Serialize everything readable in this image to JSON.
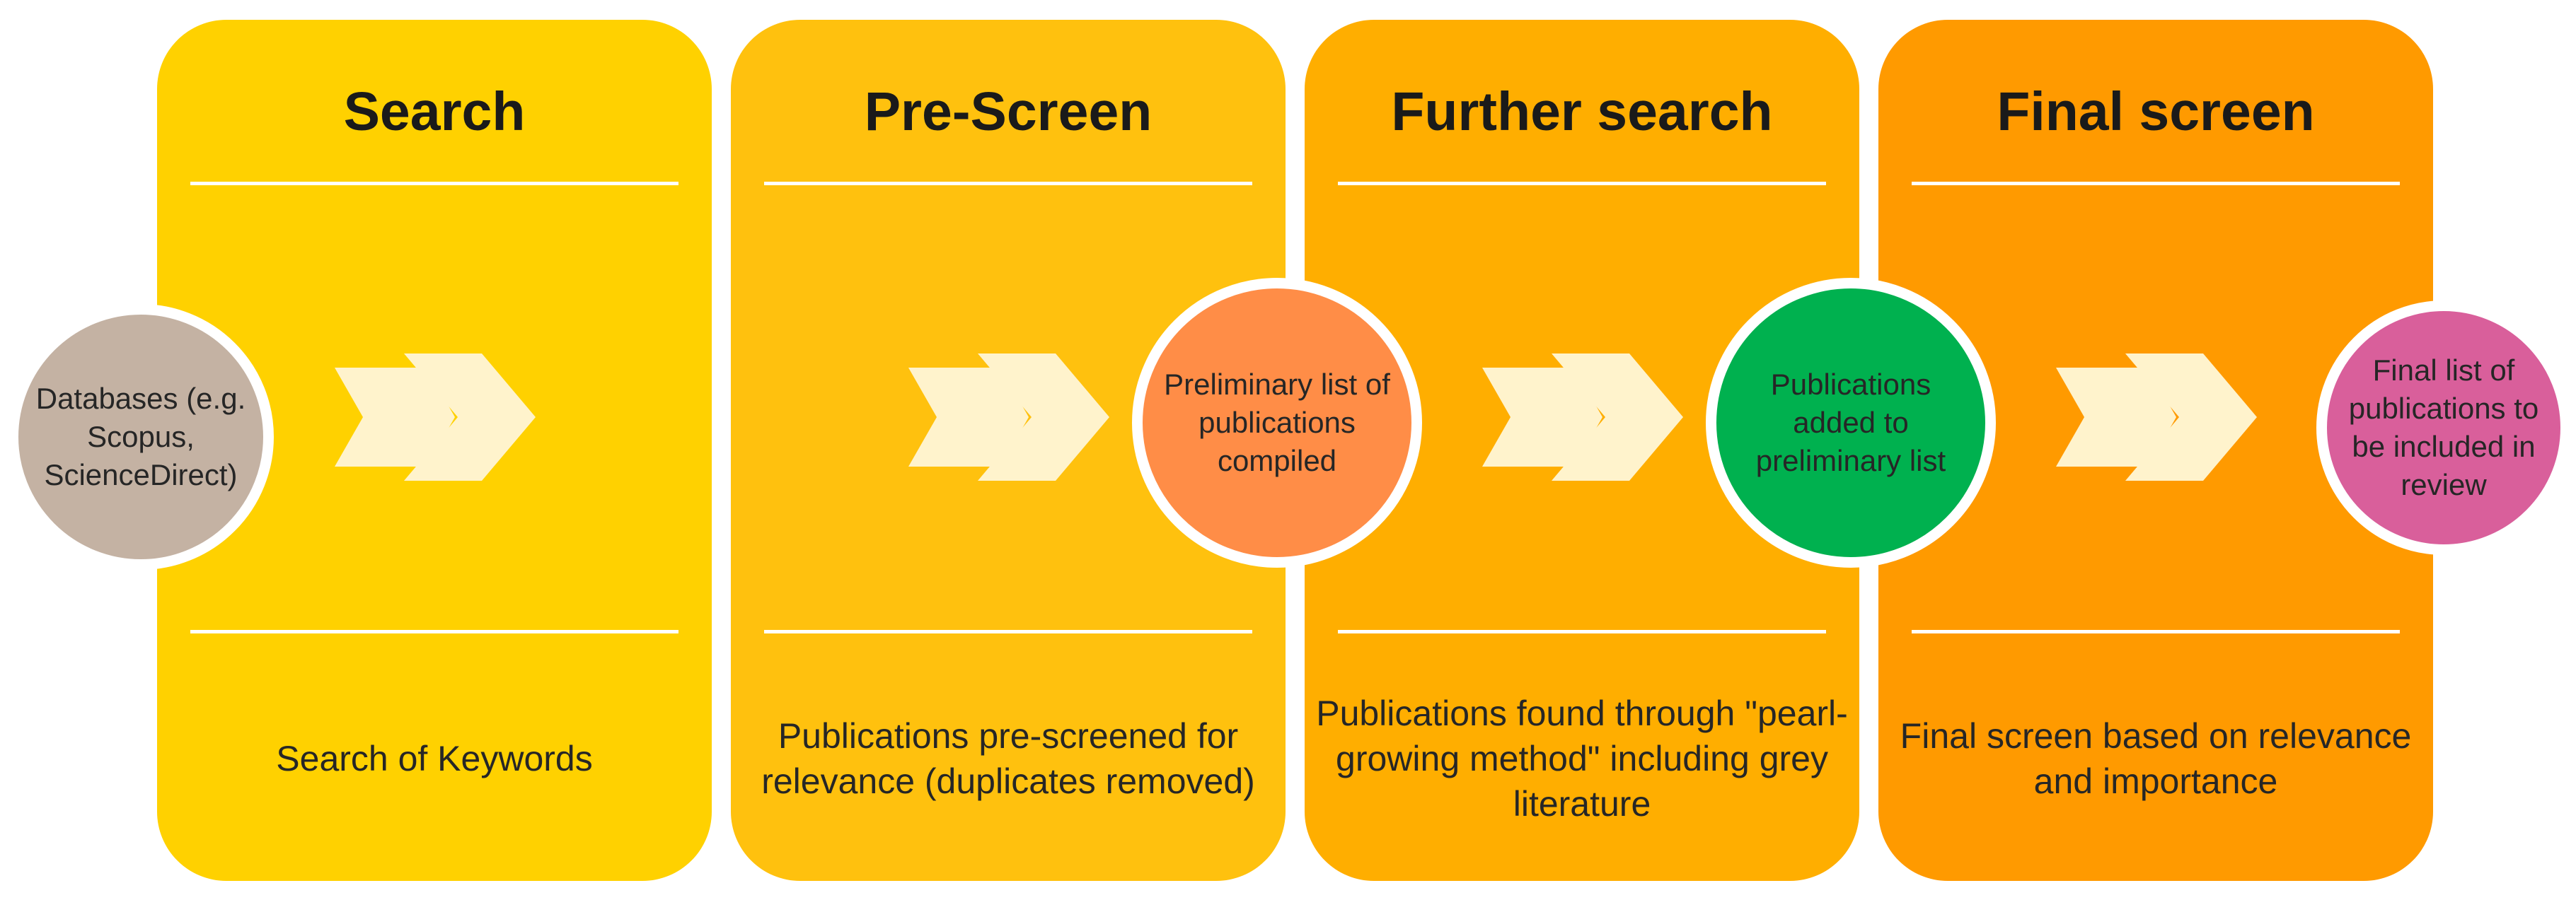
{
  "colors": {
    "panel_1": "#ffd100",
    "panel_2": "#ffc10e",
    "panel_3": "#ffae00",
    "panel_4": "#ff9a00",
    "arrow": "#fff3cc",
    "node_databases": "#c4b2a3",
    "node_preliminary": "#ff8d47",
    "node_added": "#00b14f",
    "node_final": "#d95f9b",
    "divider": "#ffffff"
  },
  "stages": [
    {
      "title": "Search",
      "description": "Search of Keywords"
    },
    {
      "title": "Pre-Screen",
      "description": "Publications pre-screened for relevance (duplicates removed)"
    },
    {
      "title": "Further search",
      "description": "Publications found through \"pearl-growing method\" including grey literature"
    },
    {
      "title": "Final screen",
      "description": "Final screen based on relevance and importance"
    }
  ],
  "nodes": {
    "databases": "Databases (e.g. Scopus, ScienceDirect)",
    "preliminary": "Preliminary list of publications compiled",
    "added": "Publications added to preliminary list",
    "final": "Final list of publications to be included in review"
  },
  "arrow_icon": "chevron-double-arrow-icon"
}
